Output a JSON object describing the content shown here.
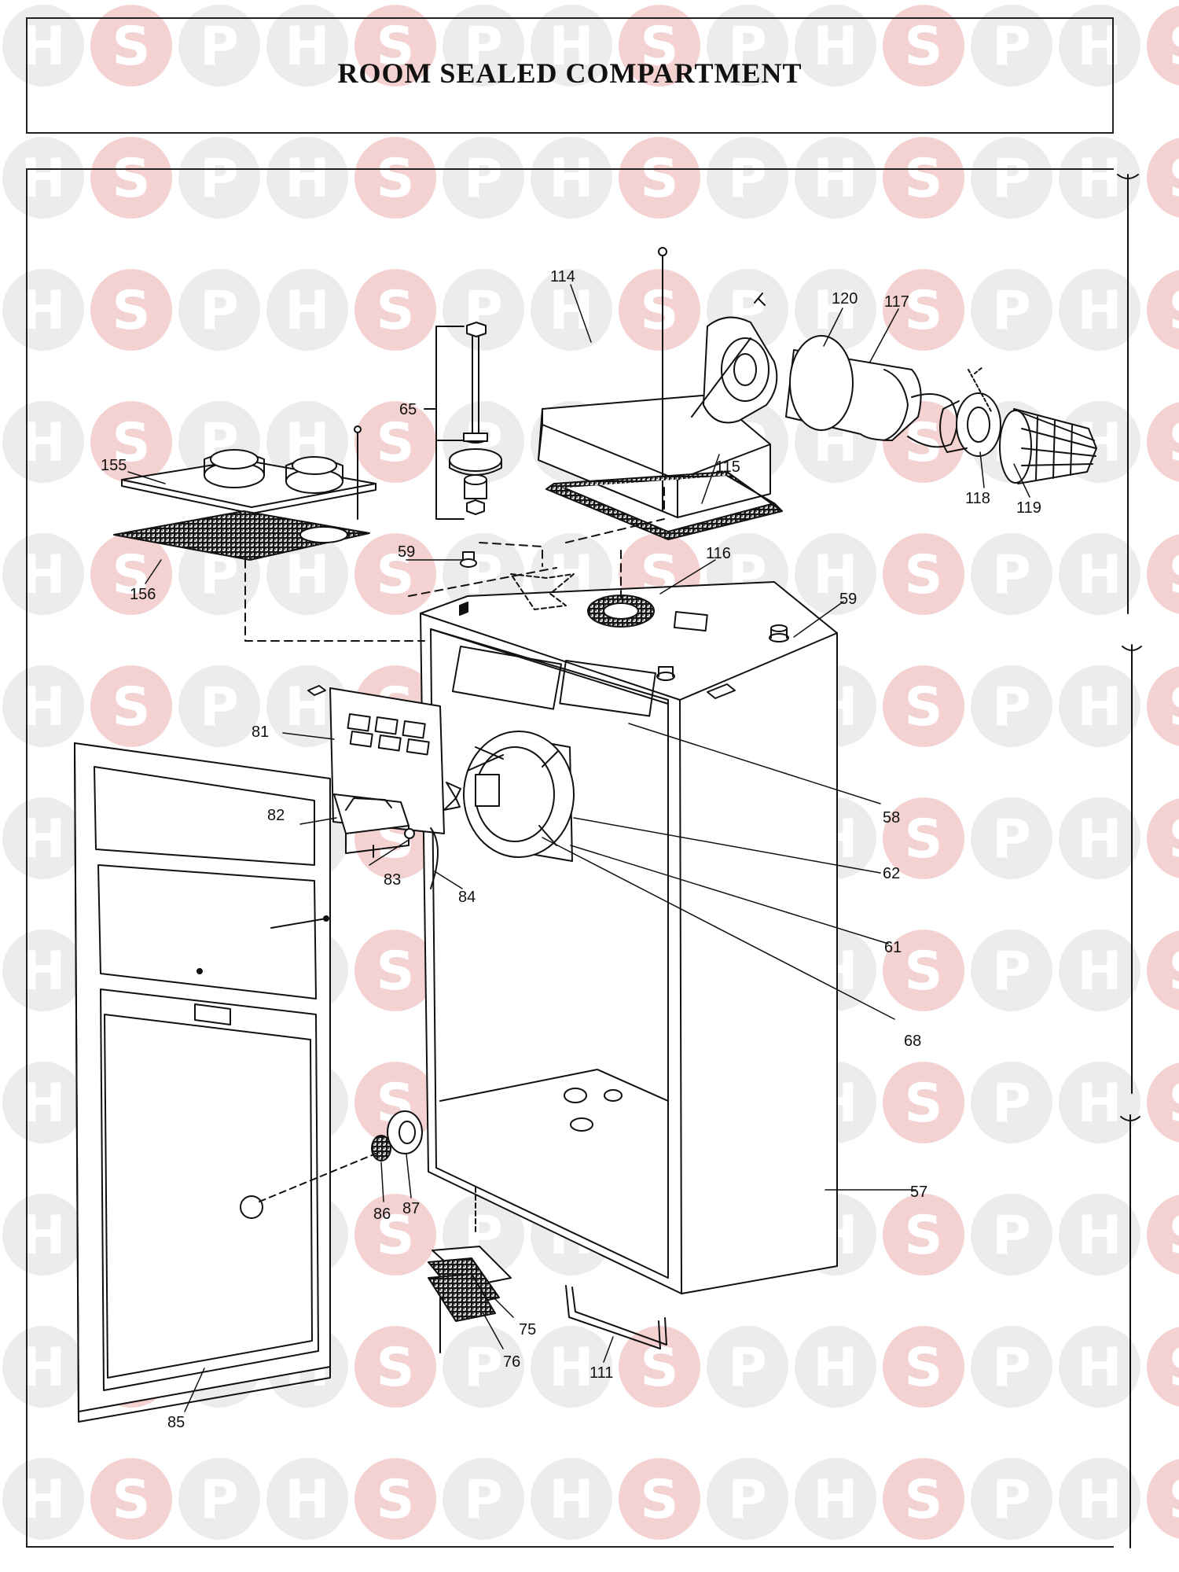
{
  "title": "ROOM SEALED COMPARTMENT",
  "colors": {
    "line": "#111111",
    "watermark": "#f5d2d2",
    "watermark_gray": "#ececec",
    "foam": "#777777"
  },
  "watermark_letters": [
    "H",
    "S",
    "P"
  ],
  "labels": {
    "p114": "114",
    "p120": "120",
    "p117": "117",
    "p65": "65",
    "p155": "155",
    "p115": "115",
    "p118": "118",
    "p119": "119",
    "p156": "156",
    "p59a": "59",
    "p116": "116",
    "p59b": "59",
    "p81": "81",
    "p82": "82",
    "p58": "58",
    "p83": "83",
    "p84": "84",
    "p62": "62",
    "p61": "61",
    "p68": "68",
    "p57": "57",
    "p86": "86",
    "p87": "87",
    "p75": "75",
    "p76": "76",
    "p111": "111",
    "p85": "85"
  }
}
